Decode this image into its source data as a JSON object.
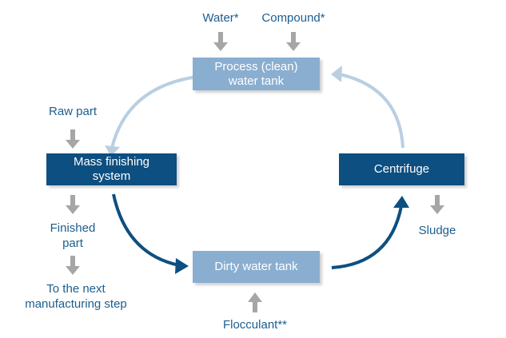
{
  "nodes": {
    "process_tank": "Process (clean)\nwater tank",
    "mass_finishing": "Mass finishing\nsystem",
    "centrifuge": "Centrifuge",
    "dirty_tank": "Dirty water tank"
  },
  "inputs": {
    "water": "Water*",
    "compound": "Compound*",
    "raw_part": "Raw part",
    "flocculant": "Flocculant**"
  },
  "outputs": {
    "finished_part": "Finished\npart",
    "next_step": "To the next\nmanufacturing step",
    "sludge": "Sludge"
  },
  "colors": {
    "dark_blue": "#0d4f80",
    "light_blue": "#8aaed0",
    "arc_light": "#b9cfe2",
    "grey_arrow": "#a6a6a6",
    "label_text": "#1b5e8e"
  }
}
